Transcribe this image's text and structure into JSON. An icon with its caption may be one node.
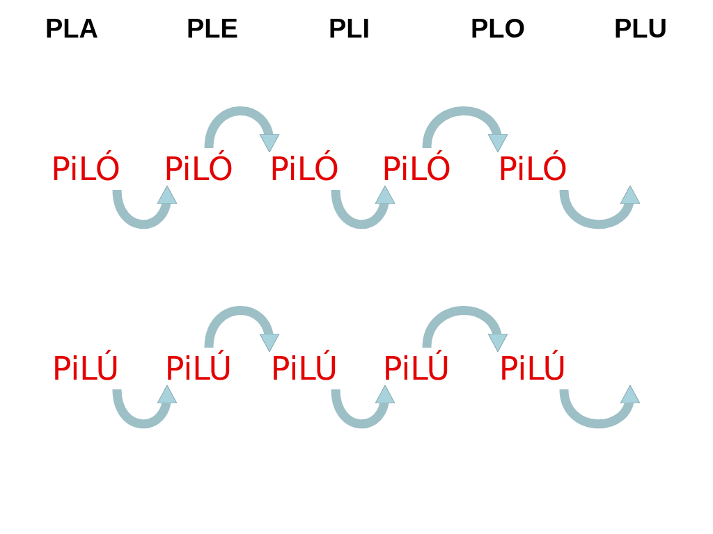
{
  "diagram": {
    "nodes": [
      {
        "text": [
          "PiLÓ"
        ]
      },
      {
        "text": [
          "PiLÓ"
        ]
      },
      {
        "text": [
          "PiLÓ"
        ]
      },
      {
        "text": [
          "PiLÓ"
        ]
      },
      {
        "text": [
          "PiLÓ"
        ]
      },
      {
        "text": [
          "PiLÚ"
        ]
      },
      {
        "text": [
          "PiLÚ"
        ]
      },
      {
        "text": [
          "PiLÚ"
        ]
      },
      {
        "text": [
          "PiLÚ"
        ]
      },
      {
        "text": [
          "PiLÚ"
        ]
      }
    ],
    "edges": [
      {
        "from": 0,
        "to": 1,
        "arrow": "to"
      },
      {
        "from": 1,
        "to": 2,
        "arrow": "to"
      },
      {
        "from": 2,
        "to": 3,
        "arrow": "to"
      },
      {
        "from": 3,
        "to": 4,
        "arrow": "to"
      },
      {
        "from": 4,
        "to": null,
        "arrow": "to"
      },
      {
        "from": 5,
        "to": 6,
        "arrow": "to"
      },
      {
        "from": 6,
        "to": 7,
        "arrow": "to"
      },
      {
        "from": 7,
        "to": 8,
        "arrow": "to"
      },
      {
        "from": 8,
        "to": 9,
        "arrow": "to"
      },
      {
        "from": 9,
        "to": null,
        "arrow": "to"
      }
    ],
    "labels": [
      "PLA",
      "PLE",
      "PLI",
      "PLO",
      "PLU"
    ]
  }
}
